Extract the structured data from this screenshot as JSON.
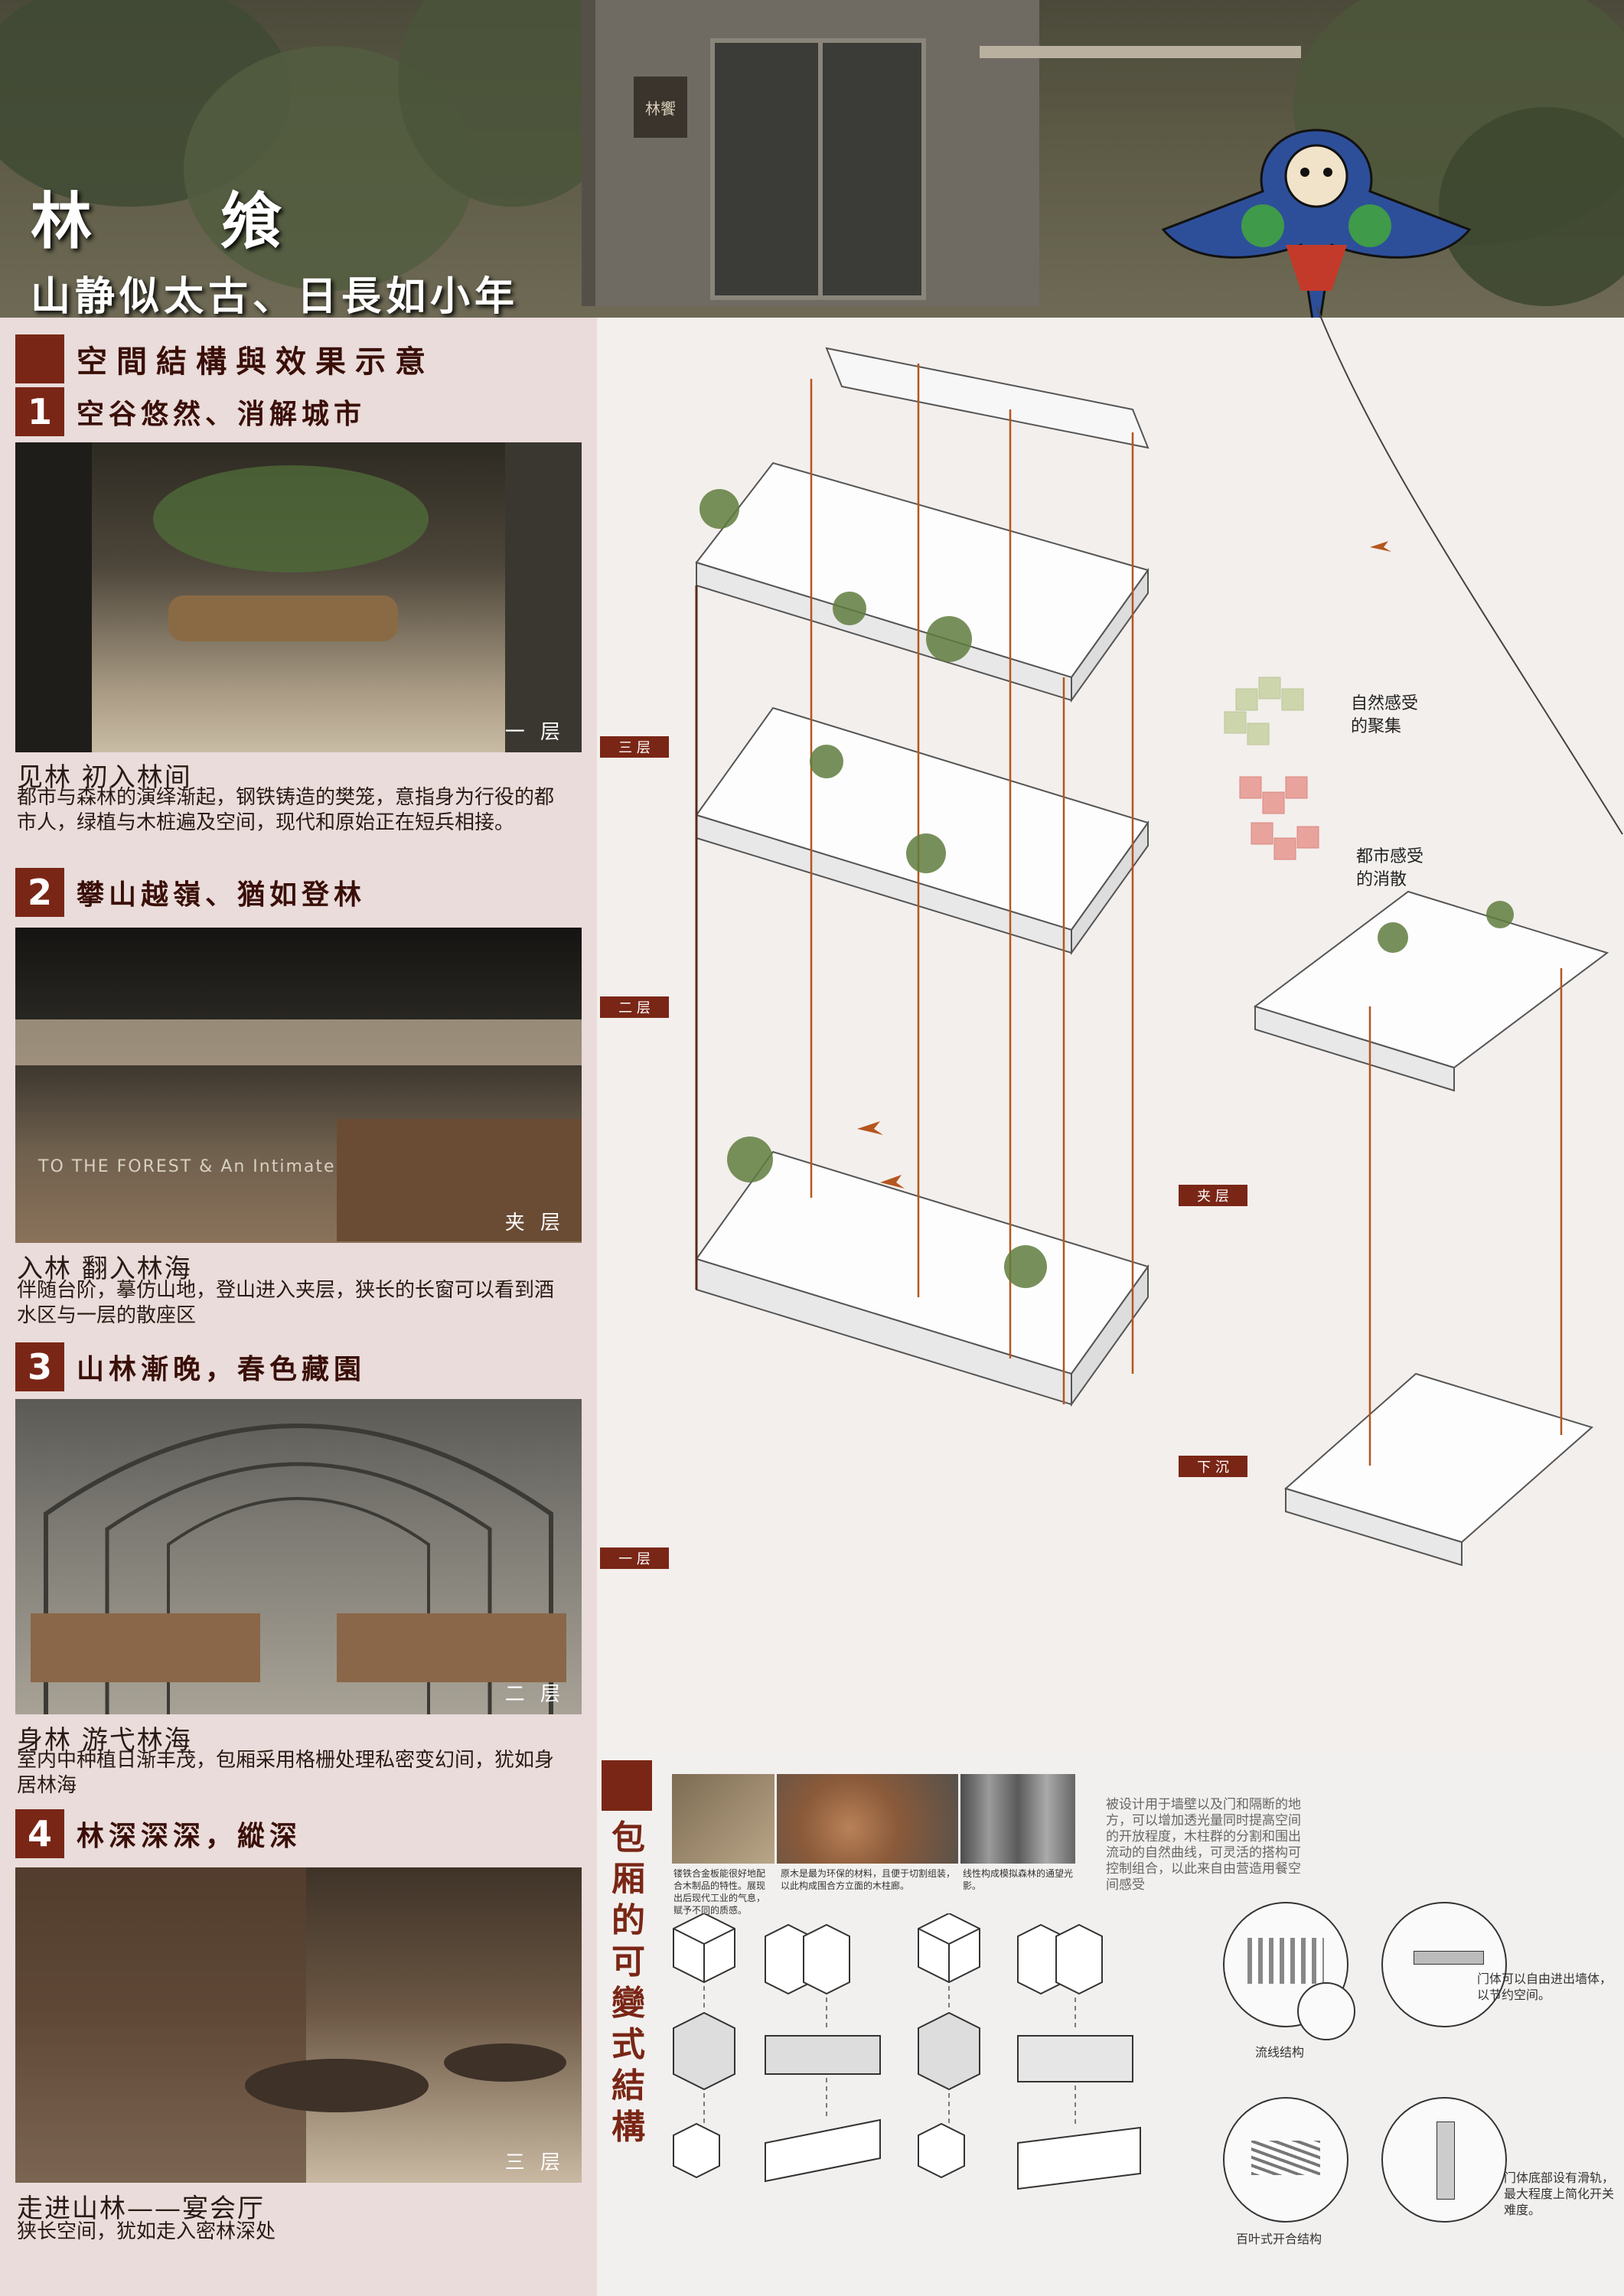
{
  "header": {
    "title": "林  飨",
    "subtitle": "山静似太古、日長如小年",
    "door_sign": "林饗"
  },
  "section": {
    "title": "空間結構與效果示意"
  },
  "parts": [
    {
      "number": "1",
      "heading": "空谷悠然、消解城市",
      "photo_tag": "一 层",
      "caption_title": "见林  初入林间",
      "caption_body": "都市与森林的演绎渐起，钢铁铸造的樊笼，意指身为行役的都市人，绿植与木桩遍及空间，现代和原始正在短兵相接。"
    },
    {
      "number": "2",
      "heading": "攀山越嶺、猶如登林",
      "photo_tag": "夹 层",
      "photo_text": "TO THE FOREST & An Intimate",
      "caption_title": "入林  翻入林海",
      "caption_body": "伴随台阶，摹仿山地，登山进入夹层，狭长的长窗可以看到酒水区与一层的散座区"
    },
    {
      "number": "3",
      "heading": "山林漸晚，春色藏園",
      "photo_tag": "二 层",
      "caption_title": "身林  游弋林海",
      "caption_body": "室内中种植日渐丰茂，包厢采用格栅处理私密变幻间，犹如身居林海"
    },
    {
      "number": "4",
      "heading": "林深深深，縱深",
      "photo_tag": "三 层",
      "caption_title": "走进山林——宴会厅",
      "caption_body": "狭长空间，犹如走入密林深处"
    }
  ],
  "diagram": {
    "floor_labels": [
      "三 层",
      "二 层",
      "一 层",
      "夹 层",
      "下 沉"
    ],
    "legend_top": "自然感受\n的聚集",
    "legend_bottom": "都市感受\n的消散"
  },
  "panel": {
    "vertical_title": "包厢的可變式結構",
    "material_notes": [
      "镂铁合金板能很好地配合木制品的特性。展现出后现代工业的气息，赋予不同的质感。",
      "原木是最为环保的材料，且便于切割组装，以此构成围合方立面的木柱廊。",
      "线性构成模拟森林的通望光影。"
    ],
    "intro_text": "被设计用于墙壁以及门和隔断的地方，可以增加透光量同时提高空间的开放程度，木柱群的分割和围出流动的自然曲线，可灵活的搭构可控制组合，以此来自由营造用餐空间感受",
    "label_flow": "流线结构",
    "label_blinds": "百叶式开合结构",
    "note_door_in": "门体可以自由进出墙体，以节约空间。",
    "note_door_rail": "门体底部设有滑轨，最大程度上简化开关难度。"
  },
  "colors": {
    "accent": "#7a2616",
    "left_bg": "#e9dcda",
    "line": "#b5561f"
  }
}
